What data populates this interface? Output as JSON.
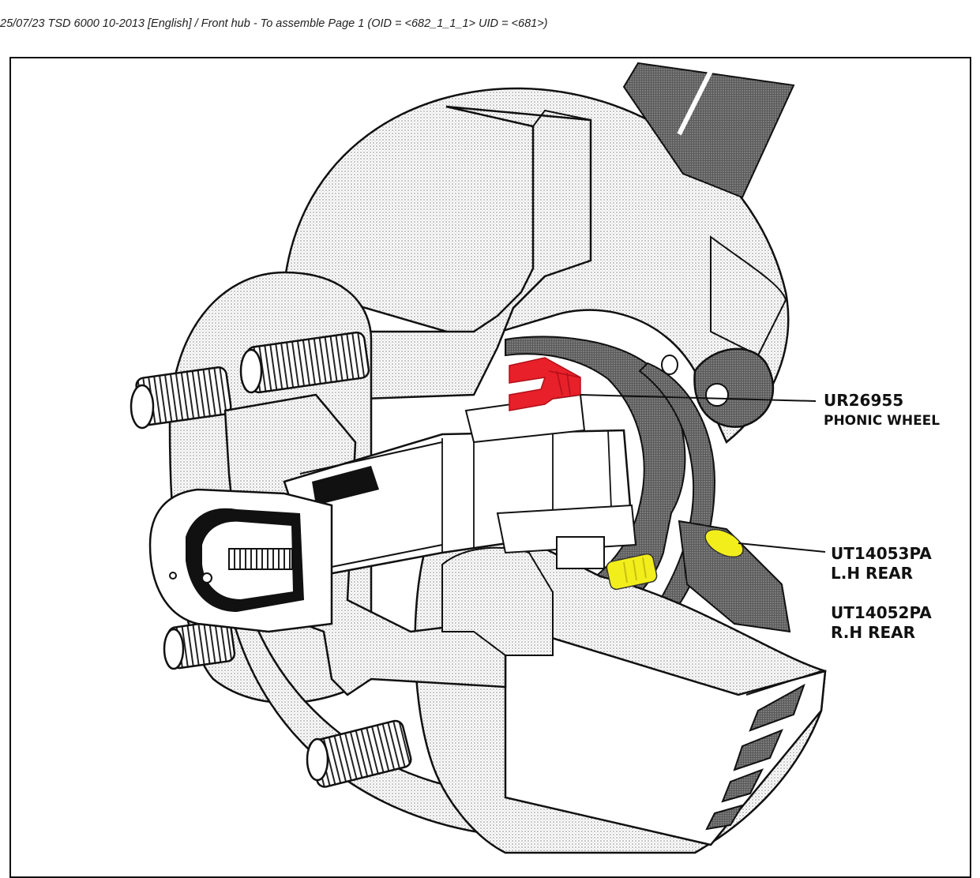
{
  "header": {
    "text": "25/07/23  TSD 6000 10-2013 [English] / Front hub - To assemble  Page 1  (OID = <682_1_1_1> UID = <681>)"
  },
  "colors": {
    "phonic_wheel_highlight": "#e8202a",
    "stud_highlight": "#f2ee1c",
    "line": "#111111",
    "stipple": "#9a9a9a"
  },
  "callouts": {
    "phonic": {
      "code": "UR26955",
      "name": "PHONIC WHEEL"
    },
    "lh_rear": {
      "code": "UT14053PA",
      "name": "L.H REAR"
    },
    "rh_rear": {
      "code": "UT14052PA",
      "name": "R.H REAR"
    }
  }
}
